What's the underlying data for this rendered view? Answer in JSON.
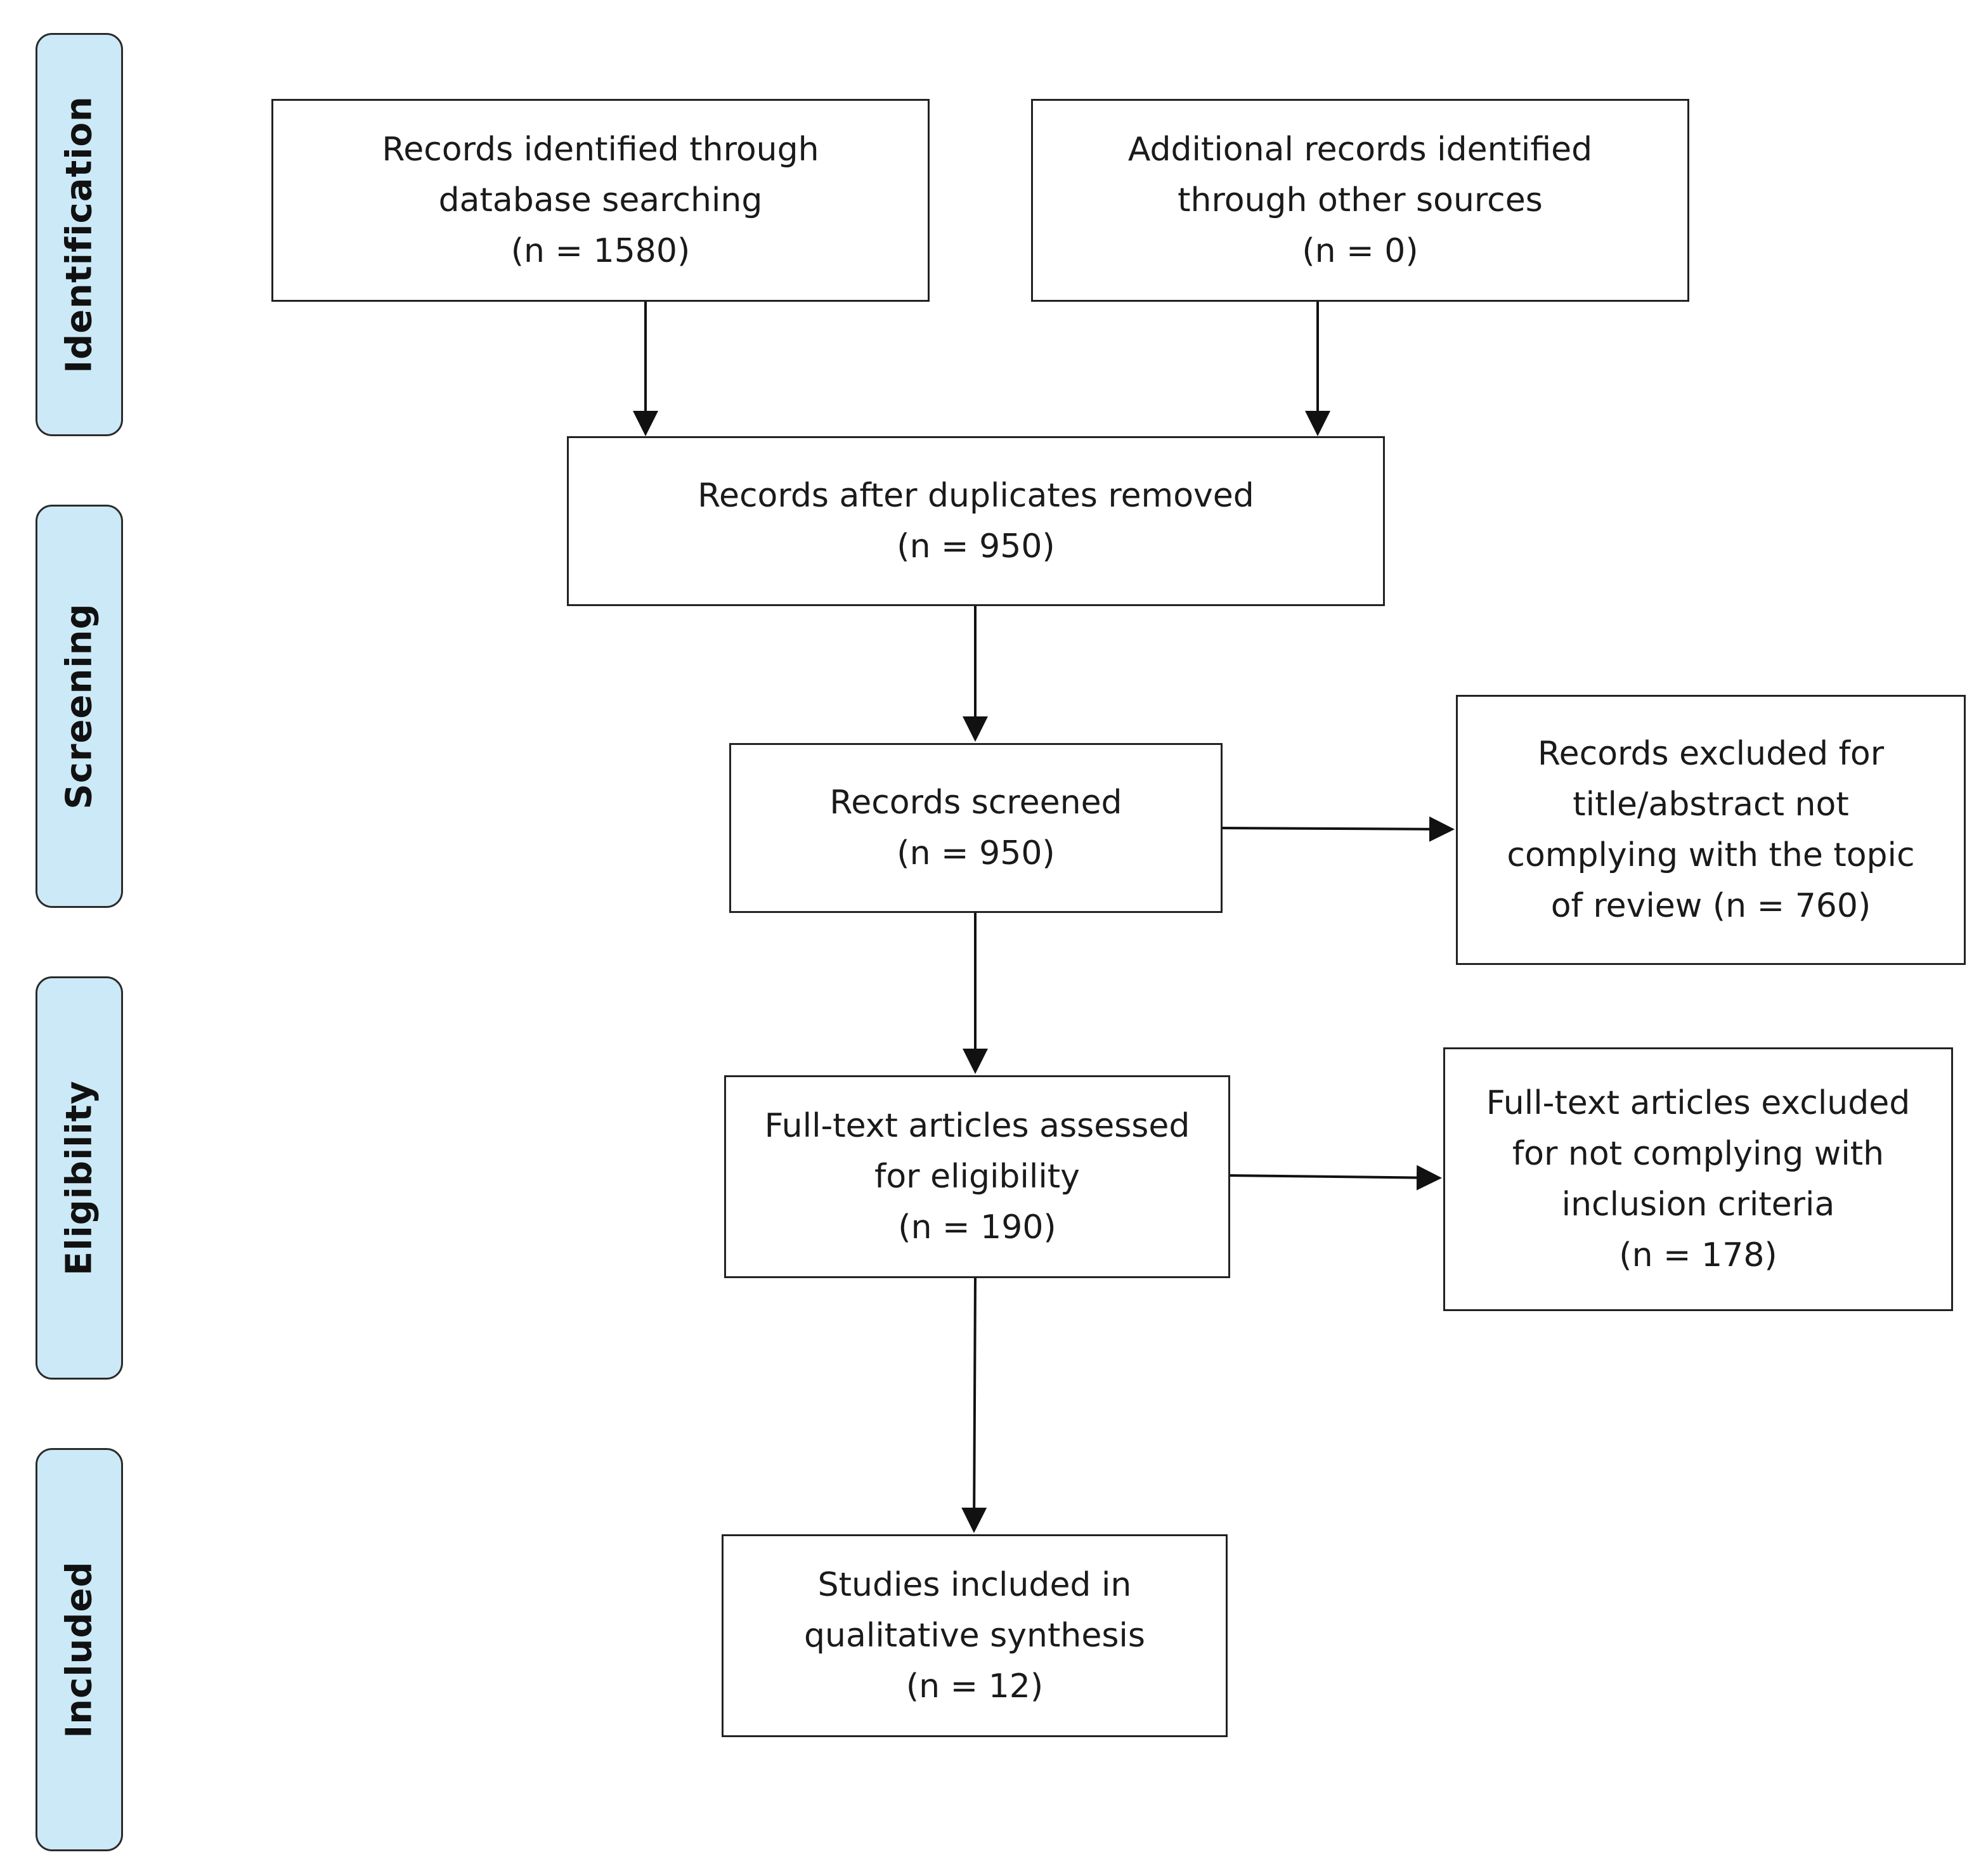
{
  "stages": {
    "identification": "Identification",
    "screening": "Screening",
    "eligibility": "Eligibility",
    "included": "Included"
  },
  "boxes": {
    "database_search": {
      "line1": "Records identified through",
      "line2": "database searching",
      "line3": "(n = 1580)"
    },
    "other_sources": {
      "line1": "Additional records identified",
      "line2": "through other sources",
      "line3": "(n = 0)"
    },
    "duplicates_removed": {
      "line1": "Records after duplicates removed",
      "line2": "(n = 950)"
    },
    "screened": {
      "line1": "Records screened",
      "line2": "(n = 950)"
    },
    "excluded_title_abstract": {
      "line1": "Records excluded for",
      "line2": "title/abstract not",
      "line3": "complying with the topic",
      "line4": "of review (n = 760)"
    },
    "fulltext_assessed": {
      "line1": "Full-text articles assessed",
      "line2": "for eligibility",
      "line3": "(n = 190)"
    },
    "fulltext_excluded": {
      "line1": "Full-text articles excluded",
      "line2": "for not complying with",
      "line3": "inclusion criteria",
      "line4": "(n = 178)"
    },
    "included_studies": {
      "line1": "Studies included in",
      "line2": "qualitative synthesis",
      "line3": "(n = 12)"
    }
  }
}
